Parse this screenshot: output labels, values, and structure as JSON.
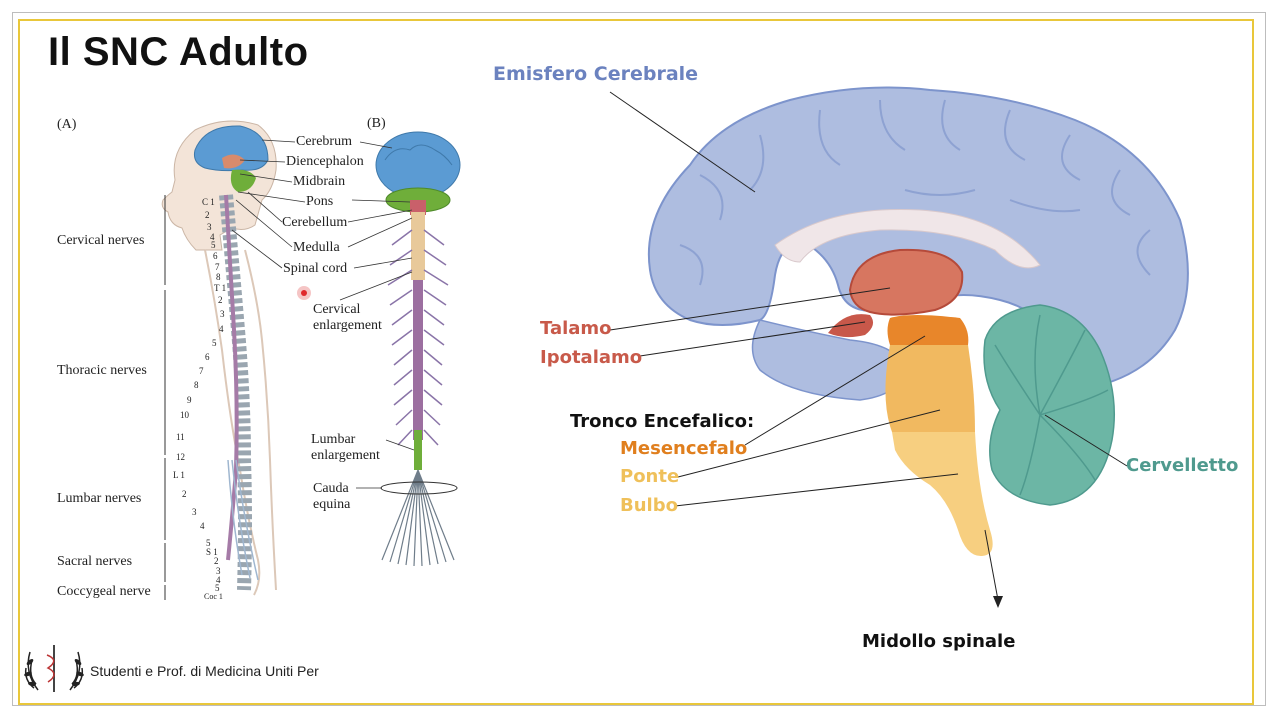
{
  "slide_title": "Il SNC Adulto",
  "footer_text": "Studenti e Prof. di Medicina Uniti Per",
  "left_figure": {
    "panel_a_label": "(A)",
    "panel_b_label": "(B)",
    "brain_labels": [
      "Cerebrum",
      "Diencephalon",
      "Midbrain",
      "Pons",
      "Cerebellum",
      "Medulla",
      "Spinal cord"
    ],
    "enlargement_labels": [
      "Cervical",
      "enlargement",
      "Lumbar",
      "enlargement",
      "Cauda",
      "equina"
    ],
    "nerve_groups": [
      "Cervical nerves",
      "Thoracic nerves",
      "Lumbar nerves",
      "Sacral nerves",
      "Coccygeal nerve"
    ],
    "vertebra_labels": [
      "C 1",
      "2",
      "3",
      "4",
      "5",
      "6",
      "7",
      "8",
      "T 1",
      "2",
      "3",
      "4",
      "5",
      "6",
      "7",
      "8",
      "9",
      "10",
      "11",
      "12",
      "L 1",
      "2",
      "3",
      "4",
      "5",
      "S 1",
      "2",
      "3",
      "4",
      "5",
      "Coc 1"
    ]
  },
  "brain_diagram": {
    "emisfero": "Emisfero Cerebrale",
    "talamo": "Talamo",
    "ipotalamo": "Ipotalamo",
    "tronco": "Tronco Encefalico:",
    "mesencefalo": "Mesencefalo",
    "ponte": "Ponte",
    "bulbo": "Bulbo",
    "cervelletto": "Cervelletto",
    "midollo": "Midollo spinale"
  },
  "colors": {
    "emisfero": "#6b82bf",
    "talamo": "#c85a4a",
    "mesencefalo": "#e07f1e",
    "ponte": "#efc05a",
    "cervelletto": "#4f9a8e",
    "frame": "#e9c73a"
  }
}
